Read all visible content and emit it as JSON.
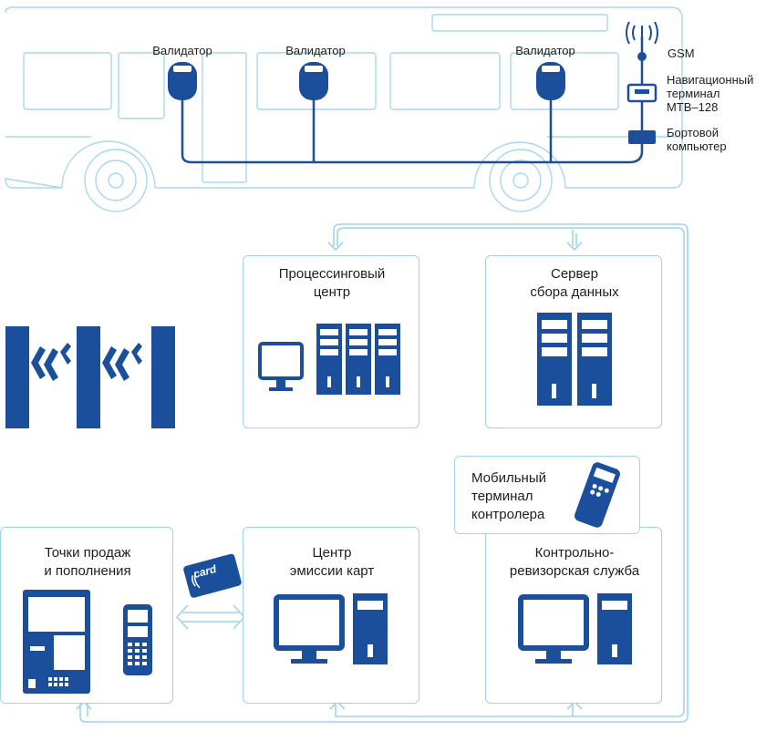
{
  "bus": {
    "validators": [
      "Валидатор",
      "Валидатор",
      "Валидатор"
    ],
    "gsm_label": "GSM",
    "nav_terminal_lines": [
      "Навигационный",
      "терминал",
      "МТВ–128"
    ],
    "onboard_computer_lines": [
      "Бортовой",
      "компьютер"
    ]
  },
  "nodes": {
    "processing_center": [
      "Процессинговый",
      "центр"
    ],
    "data_server": [
      "Сервер",
      "сбора данных"
    ],
    "mobile_terminal": [
      "Мобильный",
      "терминал",
      "контролера"
    ],
    "sales_points": [
      "Точки продаж",
      "и пополнения"
    ],
    "card_emission": [
      "Центр",
      "эмиссии карт"
    ],
    "control_service": [
      "Контрольно-",
      "ревизорская служба"
    ]
  },
  "card_label": "card",
  "colors": {
    "primary": "#1b4f9c",
    "outline": "#9fd3ec",
    "line": "#5fb4e0"
  }
}
